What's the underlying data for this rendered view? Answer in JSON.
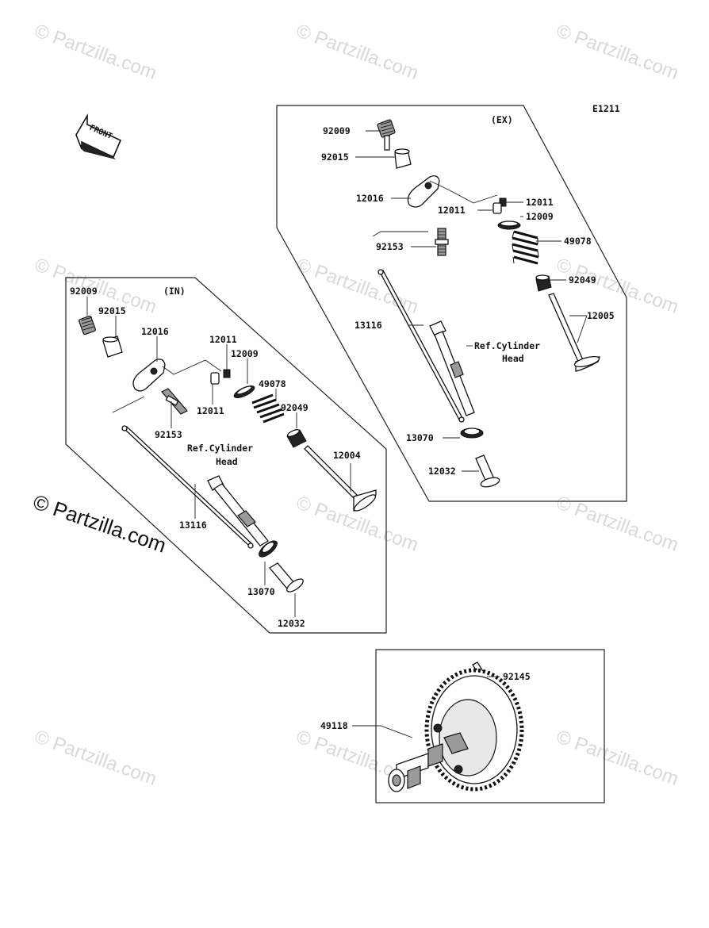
{
  "diagram_code": "E1211",
  "front_arrow_text": "FRONT",
  "watermark": "© Partzilla.com",
  "copyright": "© Partzilla.com",
  "intake": {
    "section_label": "(IN)",
    "ref_text_1": "Ref.Cylinder",
    "ref_text_2": "Head",
    "parts": {
      "p92009": "92009",
      "p92015": "92015",
      "p12016": "12016",
      "p12011a": "12011",
      "p12009": "12009",
      "p49078": "49078",
      "p12011b": "12011",
      "p92049": "92049",
      "p92153": "92153",
      "p12004": "12004",
      "p13116": "13116",
      "p13070": "13070",
      "p12032": "12032"
    }
  },
  "exhaust": {
    "section_label": "(EX)",
    "ref_text_1": "Ref.Cylinder",
    "ref_text_2": "Head",
    "parts": {
      "p92009": "92009",
      "p92015": "92015",
      "p12016": "12016",
      "p12011a": "12011",
      "p12011b": "12011",
      "p12009": "12009",
      "p92153": "92153",
      "p49078": "49078",
      "p92049": "92049",
      "p13116": "13116",
      "p12005": "12005",
      "p13070": "13070",
      "p12032": "12032"
    }
  },
  "camshaft": {
    "parts": {
      "p92145": "92145",
      "p49118": "49118"
    }
  }
}
